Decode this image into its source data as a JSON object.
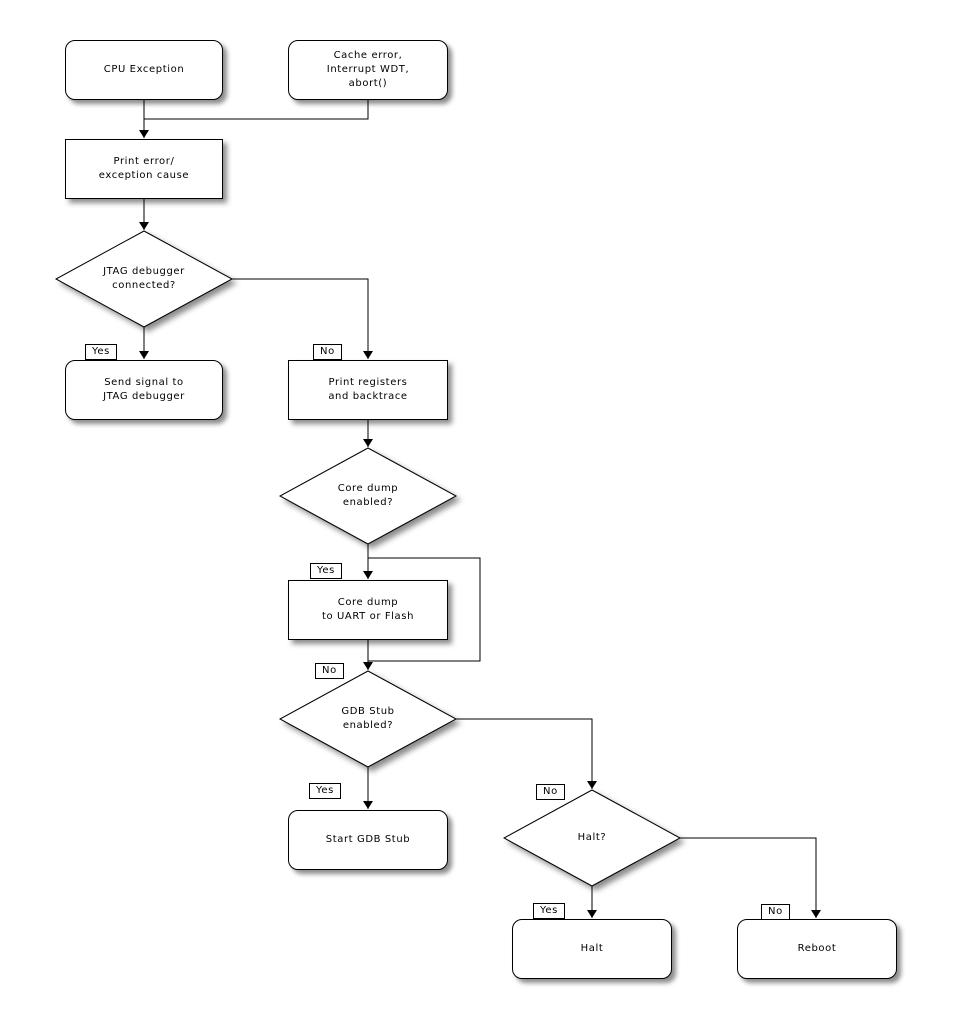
{
  "diagram": {
    "type": "flowchart",
    "colors": {
      "stroke": "#000000",
      "node_fill": "#ffffff",
      "background": "#ffffff",
      "text": "#000000",
      "shadow": "#aaaaaa"
    },
    "nodes": {
      "cpu_exception": {
        "label": "CPU Exception",
        "shape": "rounded"
      },
      "cache_error": {
        "label": "Cache error,\nInterrupt WDT,\nabort()",
        "shape": "rounded"
      },
      "print_error": {
        "label": "Print error/\nexception cause",
        "shape": "process"
      },
      "jtag_connected": {
        "label": "JTAG debugger\nconnected?",
        "shape": "decision"
      },
      "send_signal": {
        "label": "Send signal to\nJTAG debugger",
        "shape": "rounded"
      },
      "print_registers": {
        "label": "Print registers\nand backtrace",
        "shape": "process"
      },
      "core_dump_enabled": {
        "label": "Core dump\nenabled?",
        "shape": "decision"
      },
      "core_dump": {
        "label": "Core dump\nto UART or Flash",
        "shape": "process"
      },
      "gdb_stub_enabled": {
        "label": "GDB Stub\nenabled?",
        "shape": "decision"
      },
      "start_gdb_stub": {
        "label": "Start GDB Stub",
        "shape": "rounded"
      },
      "halt_question": {
        "label": "Halt?",
        "shape": "decision"
      },
      "halt": {
        "label": "Halt",
        "shape": "rounded"
      },
      "reboot": {
        "label": "Reboot",
        "shape": "rounded"
      }
    },
    "edge_labels": {
      "jtag_yes": "Yes",
      "jtag_no": "No",
      "coredump_yes": "Yes",
      "coredump_no": "No",
      "gdbstub_yes": "Yes",
      "gdbstub_no": "No",
      "halt_yes": "Yes",
      "halt_no": "No"
    }
  }
}
